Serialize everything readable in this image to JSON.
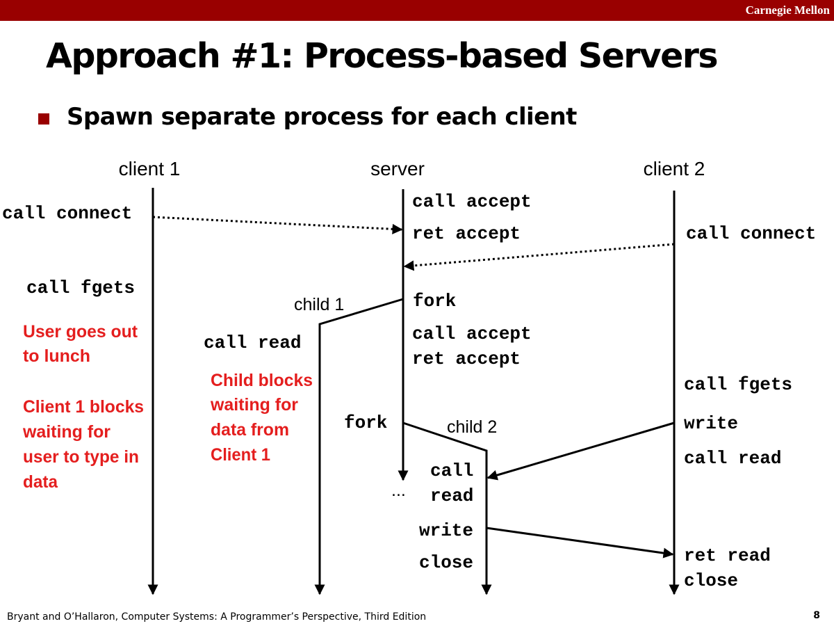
{
  "header": {
    "brand": "Carnegie Mellon",
    "brand_color": "#990000"
  },
  "slide": {
    "title": "Approach #1: Process-based Servers",
    "bullet": "Spawn separate process for each client"
  },
  "diagram": {
    "headers": {
      "client1": "client 1",
      "server": "server",
      "client2": "client 2"
    },
    "labels": {
      "c1_connect": "call connect",
      "c1_fgets": "call fgets",
      "s_call_accept": "call accept",
      "s_ret_accept": "ret accept",
      "s_fork1": "fork",
      "s_call_accept2": "call accept",
      "s_ret_accept2": "ret accept",
      "s_fork2": "fork",
      "s_ellipsis": "...",
      "ch1_label": "child 1",
      "ch1_read": "call read",
      "ch2_label": "child 2",
      "ch2_call": "call",
      "ch2_read": "read",
      "ch2_write": "write",
      "ch2_close": "close",
      "c2_connect": "call connect",
      "c2_fgets": "call fgets",
      "c2_write": "write",
      "c2_read": "call read",
      "c2_ret_read": "ret read",
      "c2_close": "close"
    },
    "notes": {
      "lunch_1": "User goes out",
      "lunch_2": "to lunch",
      "c1block_1": "Client 1 blocks",
      "c1block_2": "waiting for",
      "c1block_3": "user to type in",
      "c1block_4": "data",
      "chblock_1": "Child blocks",
      "chblock_2": "waiting for",
      "chblock_3": "data from",
      "chblock_4": "Client 1"
    },
    "note_color": "#e41e1e"
  },
  "footer": {
    "citation": "Bryant and O’Hallaron, Computer Systems: A Programmer’s Perspective, Third Edition",
    "page": "8"
  }
}
